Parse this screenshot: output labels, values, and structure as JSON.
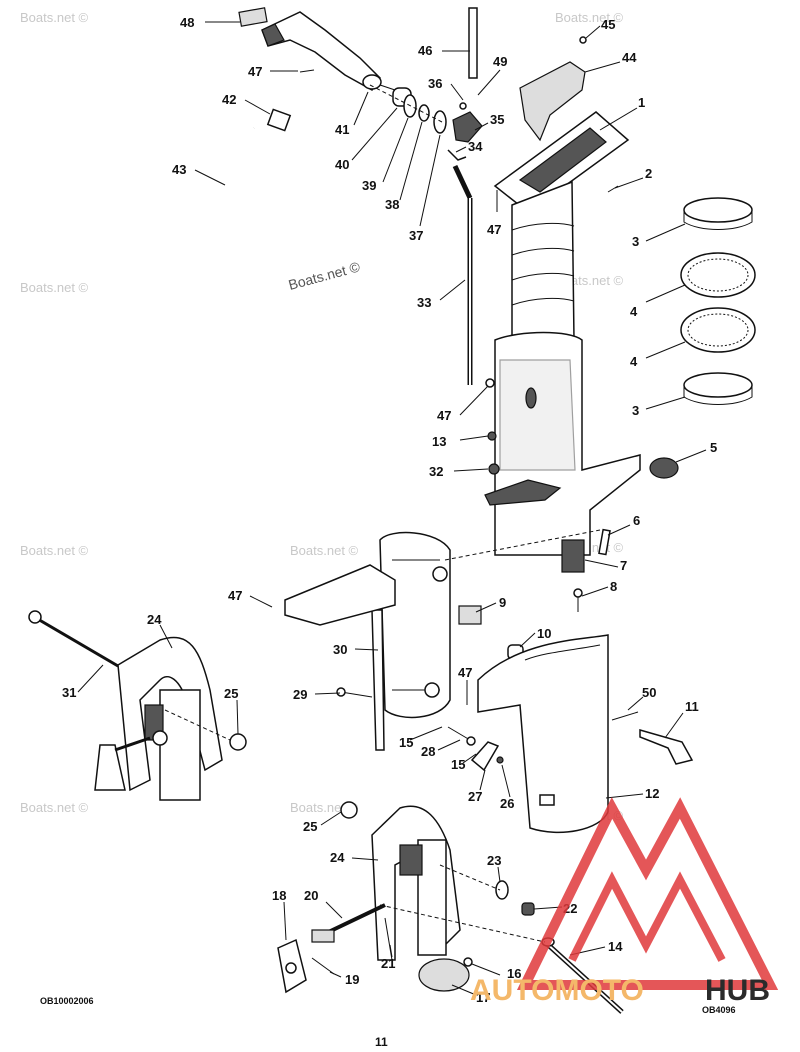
{
  "watermark": "Boats.net ©",
  "watermark_center": "Boats.net ©",
  "brand": {
    "text_a": "AUTOMOTO",
    "text_b": "HUB",
    "color_a": "#f4b86a",
    "color_b": "#2b2b2b",
    "logo_color": "#e0393b"
  },
  "codes": {
    "left": "OB10002006",
    "right": "OB4096"
  },
  "page_number": "11",
  "callouts": {
    "c1": "1",
    "c2": "2",
    "c3a": "3",
    "c3b": "3",
    "c4a": "4",
    "c4b": "4",
    "c5": "5",
    "c6": "6",
    "c7": "7",
    "c8": "8",
    "c9": "9",
    "c10": "10",
    "c11": "11",
    "c12": "12",
    "c13": "13",
    "c14": "14",
    "c15a": "15",
    "c15b": "15",
    "c16": "16",
    "c17": "17",
    "c18": "18",
    "c19": "19",
    "c20": "20",
    "c21": "21",
    "c22": "22",
    "c23": "23",
    "c24a": "24",
    "c24b": "24",
    "c25a": "25",
    "c25b": "25",
    "c26": "26",
    "c27": "27",
    "c28": "28",
    "c29": "29",
    "c30": "30",
    "c31": "31",
    "c32": "32",
    "c33": "33",
    "c34": "34",
    "c35": "35",
    "c36": "36",
    "c37": "37",
    "c38": "38",
    "c39": "39",
    "c40": "40",
    "c41": "41",
    "c42": "42",
    "c43": "43",
    "c44": "44",
    "c45": "45",
    "c46": "46",
    "c47a": "47",
    "c47b": "47",
    "c47c": "47",
    "c47d": "47",
    "c47e": "47",
    "c48": "48",
    "c49": "49",
    "c50": "50"
  }
}
